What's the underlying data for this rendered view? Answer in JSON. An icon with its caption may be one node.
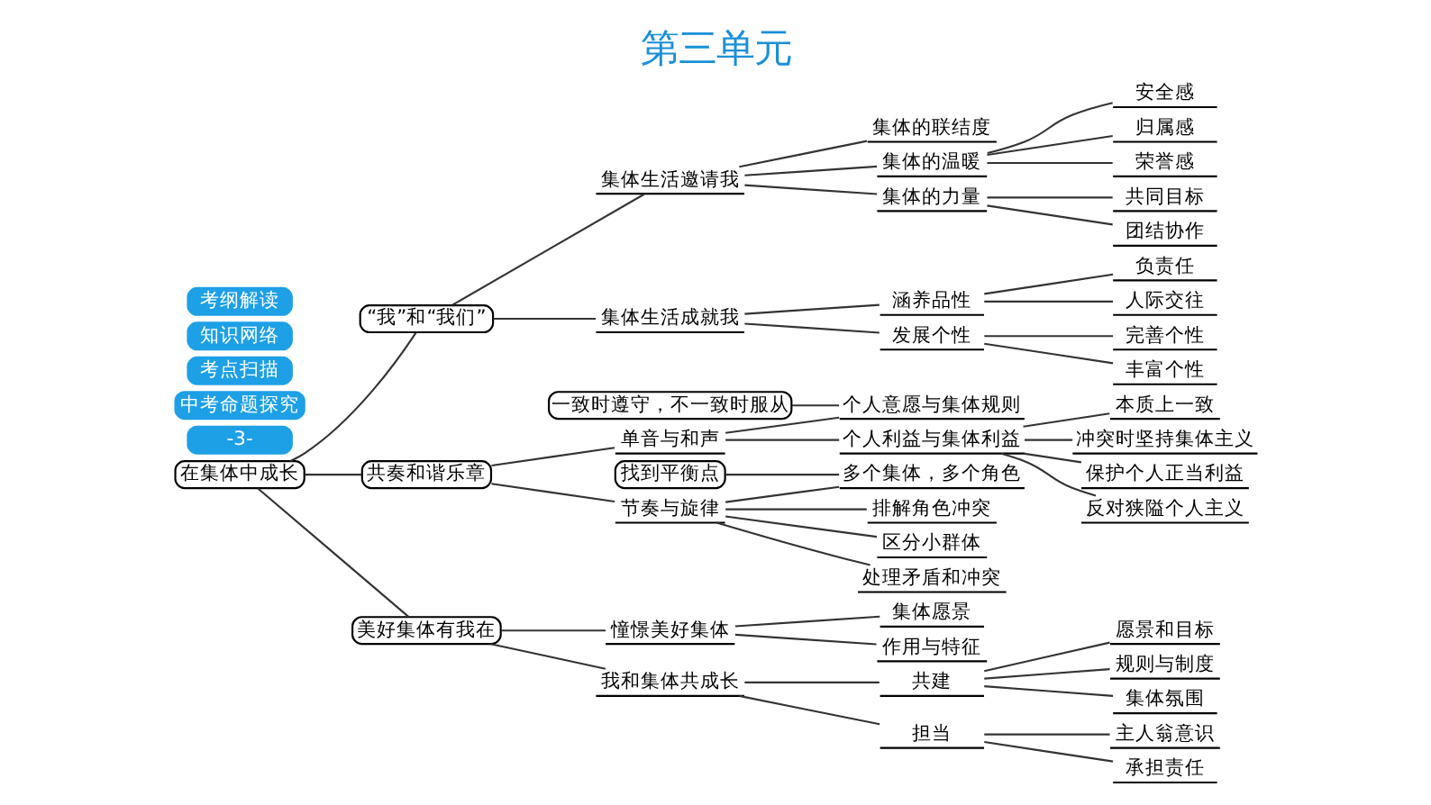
{
  "diagram": {
    "title": "第三单元",
    "nodes": [
      {
        "text": [
          "在集体中成长"
        ]
      },
      {
        "text": [
          "“我”和“我们”"
        ]
      },
      {
        "text": [
          "集体生活邀请我"
        ]
      },
      {
        "text": [
          "集体的联结度"
        ]
      },
      {
        "text": [
          "集体的温暖"
        ]
      },
      {
        "text": [
          "安全感"
        ]
      },
      {
        "text": [
          "归属感"
        ]
      },
      {
        "text": [
          "荣誉感"
        ]
      },
      {
        "text": [
          "集体的力量"
        ]
      },
      {
        "text": [
          "共同目标"
        ]
      },
      {
        "text": [
          "团结协作"
        ]
      },
      {
        "text": [
          "集体生活成就我"
        ]
      },
      {
        "text": [
          "涵养品性"
        ]
      },
      {
        "text": [
          "负责任"
        ]
      },
      {
        "text": [
          "人际交往"
        ]
      },
      {
        "text": [
          "发展个性"
        ]
      },
      {
        "text": [
          "完善个性"
        ]
      },
      {
        "text": [
          "丰富个性"
        ]
      },
      {
        "text": [
          "共奏和谐乐章"
        ]
      },
      {
        "text": [
          "单音与和声"
        ]
      },
      {
        "text": [
          "一致时遵守，不一致时服从"
        ]
      },
      {
        "text": [
          "个人意愿与集体规则"
        ]
      },
      {
        "text": [
          "个人利益与集体利益"
        ]
      },
      {
        "text": [
          "本质上一致"
        ]
      },
      {
        "text": [
          "冲突时坚持集体主义"
        ]
      },
      {
        "text": [
          "保护个人正当利益"
        ]
      },
      {
        "text": [
          "反对狭隘个人主义"
        ]
      },
      {
        "text": [
          "节奏与旋律"
        ]
      },
      {
        "text": [
          "找到平衡点"
        ]
      },
      {
        "text": [
          "多个集体，多个角色"
        ]
      },
      {
        "text": [
          "排解角色冲突"
        ]
      },
      {
        "text": [
          "区分小群体"
        ]
      },
      {
        "text": [
          "处理矛盾和冲突"
        ]
      },
      {
        "text": [
          "美好集体有我在"
        ]
      },
      {
        "text": [
          "憧憬美好集体"
        ]
      },
      {
        "text": [
          "集体愿景"
        ]
      },
      {
        "text": [
          "作用与特征"
        ]
      },
      {
        "text": [
          "我和集体共成长"
        ]
      },
      {
        "text": [
          "共建"
        ]
      },
      {
        "text": [
          "愿景和目标"
        ]
      },
      {
        "text": [
          "规则与制度"
        ]
      },
      {
        "text": [
          "集体氛围"
        ]
      },
      {
        "text": [
          "担当"
        ]
      },
      {
        "text": [
          "主人翁意识"
        ]
      },
      {
        "text": [
          "承担责任"
        ]
      }
    ],
    "edges": [
      {
        "from": 0,
        "to": 1,
        "arrow": "none"
      },
      {
        "from": 1,
        "to": 2,
        "arrow": "none"
      },
      {
        "from": 2,
        "to": 3,
        "arrow": "none"
      },
      {
        "from": 2,
        "to": 4,
        "arrow": "none"
      },
      {
        "from": 4,
        "to": 5,
        "arrow": "none"
      },
      {
        "from": 4,
        "to": 6,
        "arrow": "none"
      },
      {
        "from": 4,
        "to": 7,
        "arrow": "none"
      },
      {
        "from": 2,
        "to": 8,
        "arrow": "none"
      },
      {
        "from": 8,
        "to": 9,
        "arrow": "none"
      },
      {
        "from": 8,
        "to": 10,
        "arrow": "none"
      },
      {
        "from": 1,
        "to": 11,
        "arrow": "none"
      },
      {
        "from": 11,
        "to": 12,
        "arrow": "none"
      },
      {
        "from": 12,
        "to": 13,
        "arrow": "none"
      },
      {
        "from": 12,
        "to": 14,
        "arrow": "none"
      },
      {
        "from": 11,
        "to": 15,
        "arrow": "none"
      },
      {
        "from": 15,
        "to": 16,
        "arrow": "none"
      },
      {
        "from": 15,
        "to": 17,
        "arrow": "none"
      },
      {
        "from": 0,
        "to": 18,
        "arrow": "none"
      },
      {
        "from": 18,
        "to": 19,
        "arrow": "none"
      },
      {
        "from": 20,
        "to": 21,
        "arrow": "none"
      },
      {
        "from": 19,
        "to": 21,
        "arrow": "none"
      },
      {
        "from": 19,
        "to": 22,
        "arrow": "none"
      },
      {
        "from": 22,
        "to": 23,
        "arrow": "none"
      },
      {
        "from": 22,
        "to": 24,
        "arrow": "none"
      },
      {
        "from": 22,
        "to": 25,
        "arrow": "none"
      },
      {
        "from": 22,
        "to": 26,
        "arrow": "none"
      },
      {
        "from": 18,
        "to": 27,
        "arrow": "none"
      },
      {
        "from": 28,
        "to": 29,
        "arrow": "none"
      },
      {
        "from": 27,
        "to": 29,
        "arrow": "none"
      },
      {
        "from": 27,
        "to": 30,
        "arrow": "none"
      },
      {
        "from": 27,
        "to": 31,
        "arrow": "none"
      },
      {
        "from": 27,
        "to": 32,
        "arrow": "none"
      },
      {
        "from": 0,
        "to": 33,
        "arrow": "none"
      },
      {
        "from": 33,
        "to": 34,
        "arrow": "none"
      },
      {
        "from": 34,
        "to": 35,
        "arrow": "none"
      },
      {
        "from": 34,
        "to": 36,
        "arrow": "none"
      },
      {
        "from": 33,
        "to": 37,
        "arrow": "none"
      },
      {
        "from": 37,
        "to": 38,
        "arrow": "none"
      },
      {
        "from": 38,
        "to": 39,
        "arrow": "none"
      },
      {
        "from": 38,
        "to": 40,
        "arrow": "none"
      },
      {
        "from": 38,
        "to": 41,
        "arrow": "none"
      },
      {
        "from": 37,
        "to": 42,
        "arrow": "none"
      },
      {
        "from": 42,
        "to": 43,
        "arrow": "none"
      },
      {
        "from": 42,
        "to": 44,
        "arrow": "none"
      }
    ],
    "labels": [
      "考纲解读",
      "知识网络",
      "考点扫描",
      "中考命题探究",
      "-3-"
    ]
  }
}
